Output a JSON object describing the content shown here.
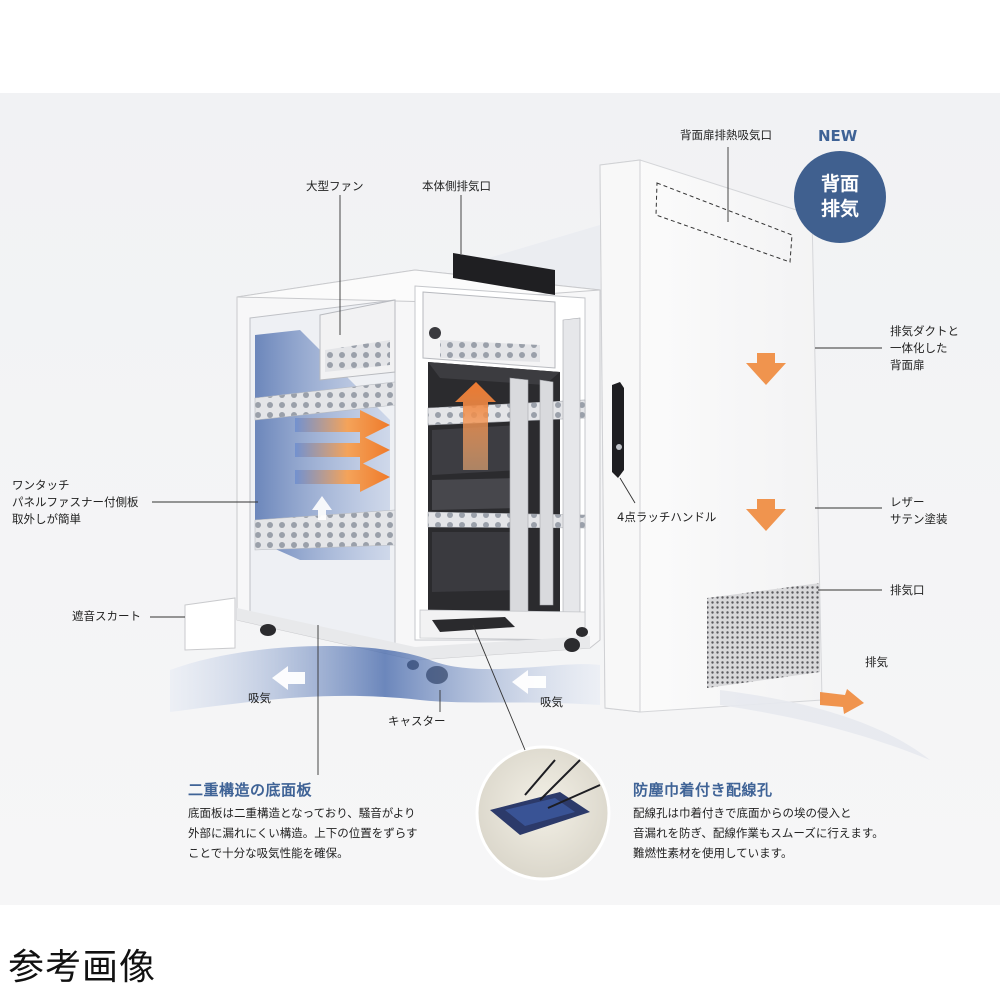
{
  "badge": {
    "new": "NEW",
    "text": "背面\n排気"
  },
  "labels": {
    "rear_door_vent": "背面扉排熱吸気口",
    "large_fan": "大型ファン",
    "body_exhaust": "本体側排気口",
    "exhaust_duct_door": "排気ダクトと\n一体化した\n背面扉",
    "one_touch_panel": "ワンタッチ\nパネルファスナー付側板\n取外しが簡単",
    "latch_handle": "4点ラッチハンドル",
    "leather_satin": "レザー\nサテン塗装",
    "exhaust_port": "排気口",
    "exhaust": "排気",
    "sound_skirt": "遮音スカート",
    "intake_left": "吸気",
    "intake_right": "吸気",
    "caster": "キャスター"
  },
  "features": {
    "bottom_plate": {
      "title": "二重構造の底面板",
      "text": "底面板は二重構造となっており、騒音がより\n外部に漏れにくい構造。上下の位置をずらす\nことで十分な吸気性能を確保。"
    },
    "cable_hole": {
      "title": "防塵巾着付き配線孔",
      "text": "配線孔は巾着付きで底面からの埃の侵入と\n音漏れを防ぎ、配線作業もスムーズに行えます。\n難燃性素材を使用しています。"
    }
  },
  "footer": "参考画像",
  "colors": {
    "accent": "#40608f",
    "arrow_orange": "#f08a3c",
    "airflow_blue": "#3e62a8"
  }
}
